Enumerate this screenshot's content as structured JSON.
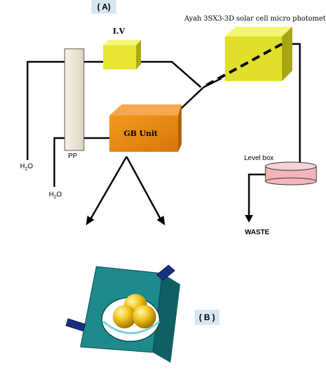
{
  "panels": {
    "a_label": "( A)",
    "b_label": "( B )"
  },
  "components": {
    "photometer_label": "Ayah 3SX3-3D solar cell micro photometer",
    "iv_label": "I.V",
    "gb_unit_label": "GB Unit",
    "pp_label": "PP",
    "level_box_label": "Level box",
    "waste_label": "WASTE",
    "water_label_base": "H",
    "water_label_sub": "2",
    "water_label_tail": "O"
  },
  "colors": {
    "iv_box": "#e8e83c",
    "photometer_box": "#e0e02e",
    "gb_unit": "#e88a10",
    "pump_column": "#efe8d8",
    "level_box": "#f4b8bc",
    "flow_cell": "#1f8a8a",
    "balls": "#f0c21c"
  }
}
